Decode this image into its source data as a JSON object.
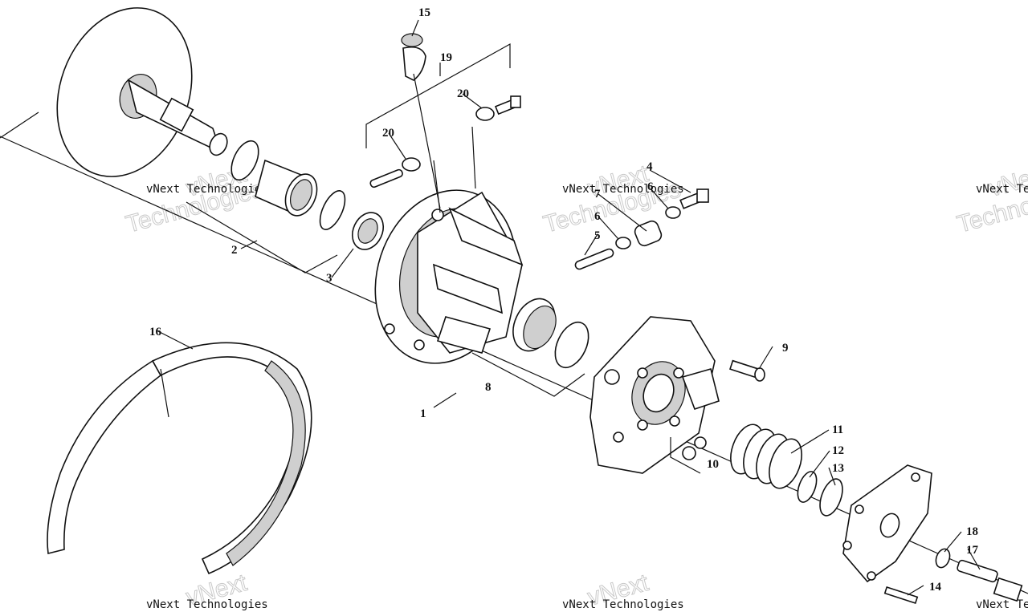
{
  "callouts": [
    {
      "id": "c1",
      "label": "1"
    },
    {
      "id": "c2",
      "label": "2"
    },
    {
      "id": "c3",
      "label": "3"
    },
    {
      "id": "c4",
      "label": "4"
    },
    {
      "id": "c5",
      "label": "5"
    },
    {
      "id": "c6a",
      "label": "6"
    },
    {
      "id": "c6b",
      "label": "6"
    },
    {
      "id": "c7",
      "label": "7"
    },
    {
      "id": "c8",
      "label": "8"
    },
    {
      "id": "c9",
      "label": "9"
    },
    {
      "id": "c10",
      "label": "10"
    },
    {
      "id": "c11",
      "label": "11"
    },
    {
      "id": "c12",
      "label": "12"
    },
    {
      "id": "c13",
      "label": "13"
    },
    {
      "id": "c14",
      "label": "14"
    },
    {
      "id": "c15",
      "label": "15"
    },
    {
      "id": "c16",
      "label": "16"
    },
    {
      "id": "c17",
      "label": "17"
    },
    {
      "id": "c18",
      "label": "18"
    },
    {
      "id": "c19",
      "label": "19"
    },
    {
      "id": "c20a",
      "label": "20"
    },
    {
      "id": "c20b",
      "label": "20"
    }
  ],
  "watermark": {
    "small": "vNext Technologies",
    "big_top": "vNext",
    "big_bottom": "Technologies"
  }
}
